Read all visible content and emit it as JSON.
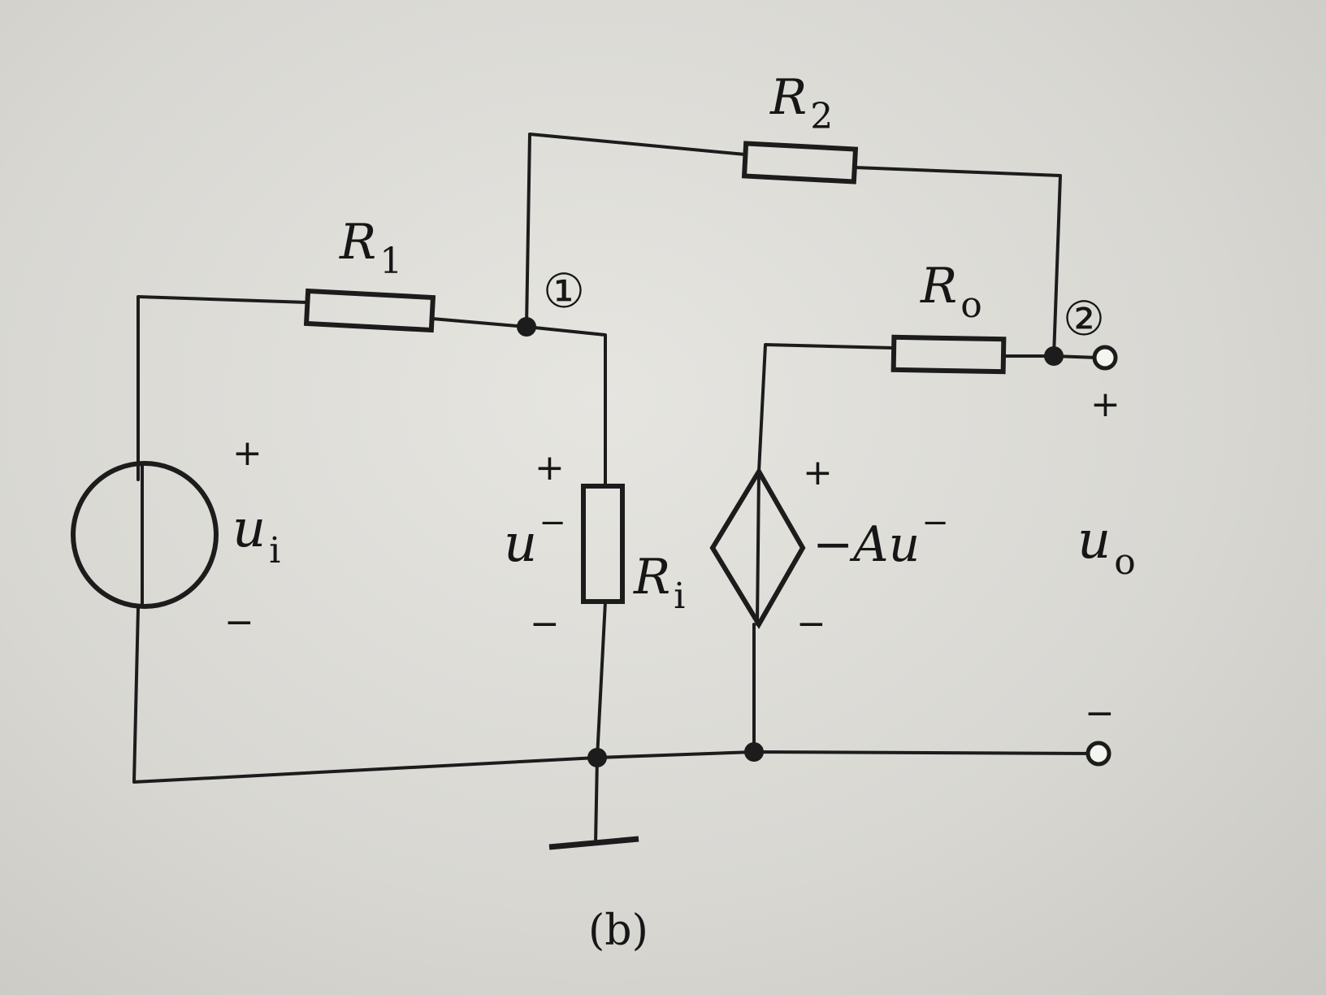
{
  "resistors": {
    "r1": {
      "symbol": "R",
      "sub": "1"
    },
    "r2": {
      "symbol": "R",
      "sub": "2"
    },
    "ri": {
      "symbol": "R",
      "sub": "i"
    },
    "ro": {
      "symbol": "R",
      "sub": "o"
    }
  },
  "nodes": {
    "node1": "①",
    "node2": "②"
  },
  "source": {
    "voltage_symbol": "u",
    "voltage_sub": "i",
    "plus": "+",
    "minus": "−"
  },
  "input_voltage": {
    "symbol": "u",
    "sup": "−",
    "plus": "+",
    "minus": "−"
  },
  "dependent_source": {
    "label": "−Au",
    "sup": "−",
    "plus": "+",
    "minus": "−"
  },
  "output": {
    "symbol": "u",
    "sub": "o",
    "plus": "+",
    "minus": "−"
  },
  "caption": "(b)"
}
